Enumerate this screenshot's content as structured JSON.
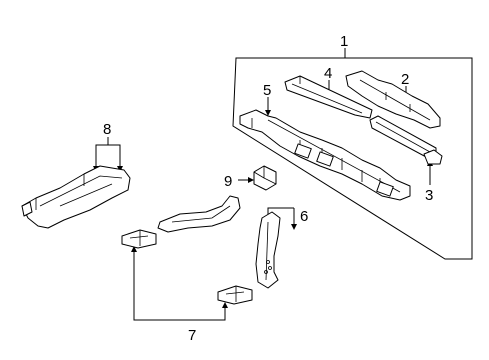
{
  "diagram": {
    "callouts": {
      "c1": "1",
      "c2": "2",
      "c3": "3",
      "c4": "4",
      "c5": "5",
      "c6": "6",
      "c7": "7",
      "c8": "8",
      "c9": "9"
    },
    "line_color": "#000000",
    "background": "#ffffff"
  }
}
